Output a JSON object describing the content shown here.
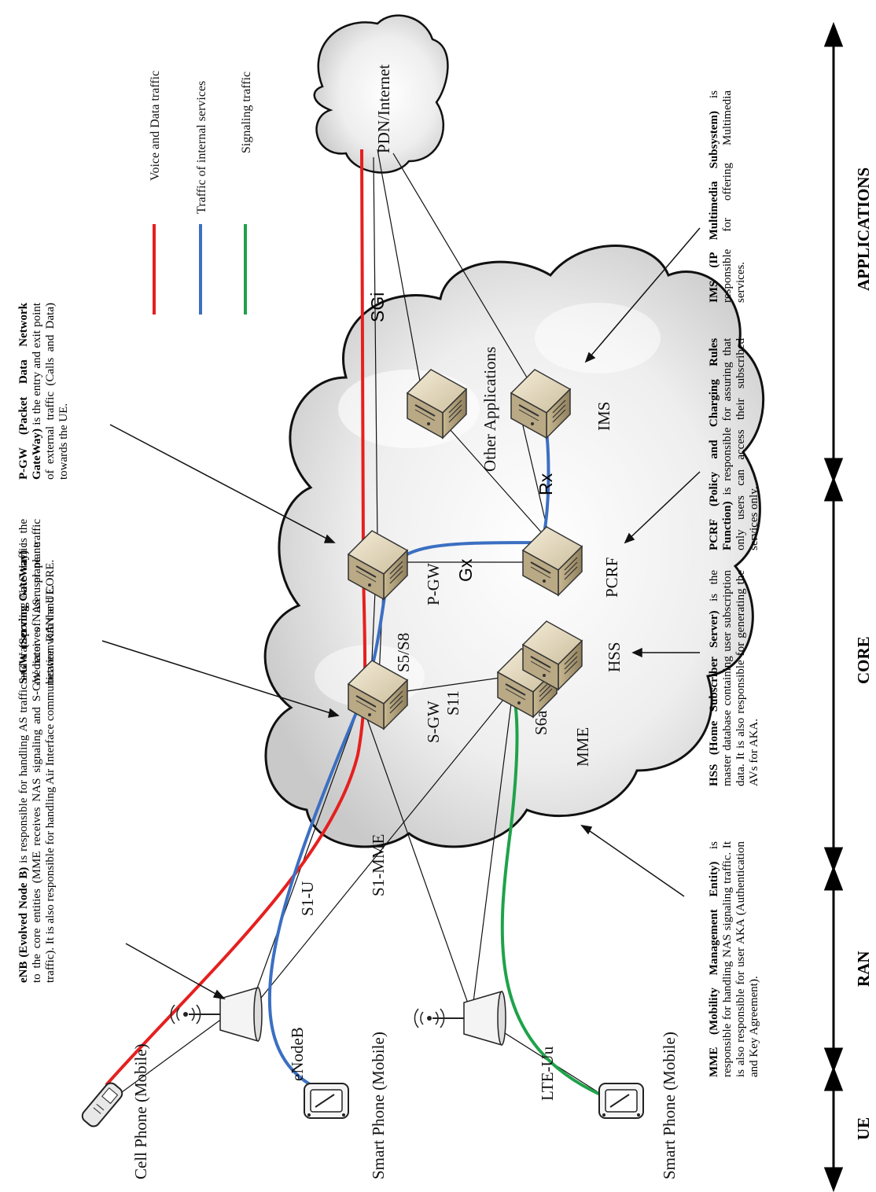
{
  "legend": [
    {
      "label": "Voice and Data traffic",
      "color": "#e5201f"
    },
    {
      "label": "Traffic of internal services",
      "color": "#3b6fc2"
    },
    {
      "label": "Signaling traffic",
      "color": "#1fa24a"
    }
  ],
  "segments": [
    "UE",
    "RAN",
    "CORE",
    "APPLICATIONS"
  ],
  "devices": {
    "cell_phone": "Cell Phone (Mobile)",
    "smart_phone_1": "Smart Phone (Mobile)",
    "smart_phone_2": "Smart Phone (Mobile)",
    "enodeb": "eNodeB",
    "pdn": "PDN/Internet"
  },
  "nodes": {
    "sgw": "S-GW",
    "pgw": "P-GW",
    "mme": "MME",
    "hss": "HSS",
    "pcrf": "PCRF",
    "ims": "IMS",
    "other": "Other Applications"
  },
  "interfaces": {
    "s1u": "S1-U",
    "s1mme": "S1-MME",
    "s11": "S11",
    "s5s8": "S5/S8",
    "s6a": "S6a",
    "gx": "Gx",
    "rx": "Rx",
    "sgi": "SGi",
    "lteuu": "LTE-Uu"
  },
  "descriptions": {
    "enb": {
      "title": "eNB (Evolved Node B)",
      "text": " is responsible for handling AS traffic and transporting NAS traffic to the core entities (MME receives NAS signaling and S-GW receives NAS user plane traffic). It is also responsible for handling Air Interface communication with the UE."
    },
    "sgw": {
      "title": "S-GW (Serving GateWay)",
      "text": " is the mediator of user plane traffic between RAN and CORE."
    },
    "pgw": {
      "title": "P-GW (Packet Data Network GateWay)",
      "text": " is the entry and exit point of external traffic (Calls and Data) towards the UE."
    },
    "mme": {
      "title": "MME (Mobility Management Entity)",
      "text": " is responsible for handling NAS signaling traffic. It is also responsible for user AKA (Authentication and Key Agreement)."
    },
    "hss": {
      "title": "HSS (Home Subscriber Server)",
      "text": " is the master database containing user subscription data. It is also responsible for generating the AVs for AKA."
    },
    "pcrf": {
      "title": "PCRF (Policy and Charging Rules Function)",
      "text": " is responsible for assuring that only users can access their subscribed services only."
    },
    "ims": {
      "title": "IMS (IP Multimedia Subsystem)",
      "text": " is responsible for offering Multimedia services."
    }
  }
}
